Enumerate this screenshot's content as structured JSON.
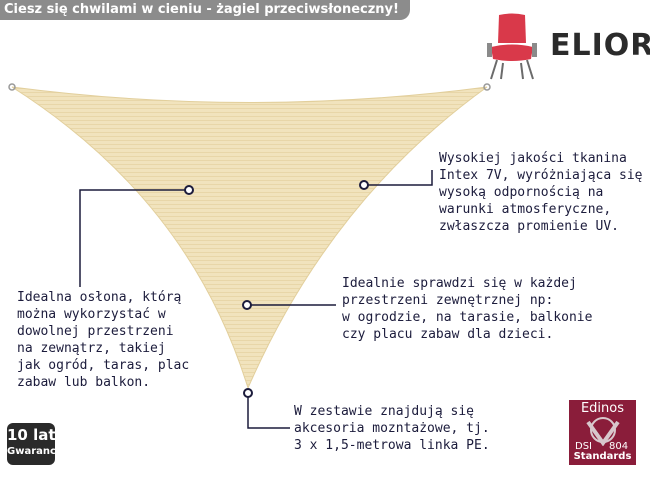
{
  "title": "Ciesz się chwilami w cieniu - żagiel przeciwsłoneczny!",
  "brand": {
    "name": "ELIOR",
    "icon": "chair-icon",
    "color": "#d9394a"
  },
  "product": {
    "name": "triangular sun sail",
    "color": "#f1e3bd"
  },
  "descriptions": {
    "fabric": "Wysokiej jakości tkanina\nIntex 7V, wyróżniająca się\nwysoką odpornością na\nwarunki atmosferyczne,\nzwłaszcza promienie UV.",
    "usage": "Idealnie sprawdzi się w każdej\nprzestrzeni zewnętrznej np:\nw ogrodzie, na tarasie, balkonie\nczy placu zabaw dla dzieci.",
    "protection": "Idealna osłona, którą\nmożna wykorzystać w\ndowolnej przestrzeni\nna zewnątrz, takiej\njak ogród, taras, plac\nzabaw lub balkon.",
    "accessories": "W zestawie znajdują się\nakcesoria mozntażowe, tj.\n3 x 1,5-metrowa linka PE."
  },
  "badges": {
    "warranty": {
      "years": "10 lat",
      "label": "Gwarancji"
    },
    "edinos": {
      "name": "Edinos",
      "dsi": "DSI",
      "number": "804",
      "standards": "Standards",
      "color": "#8a1d3a"
    }
  }
}
